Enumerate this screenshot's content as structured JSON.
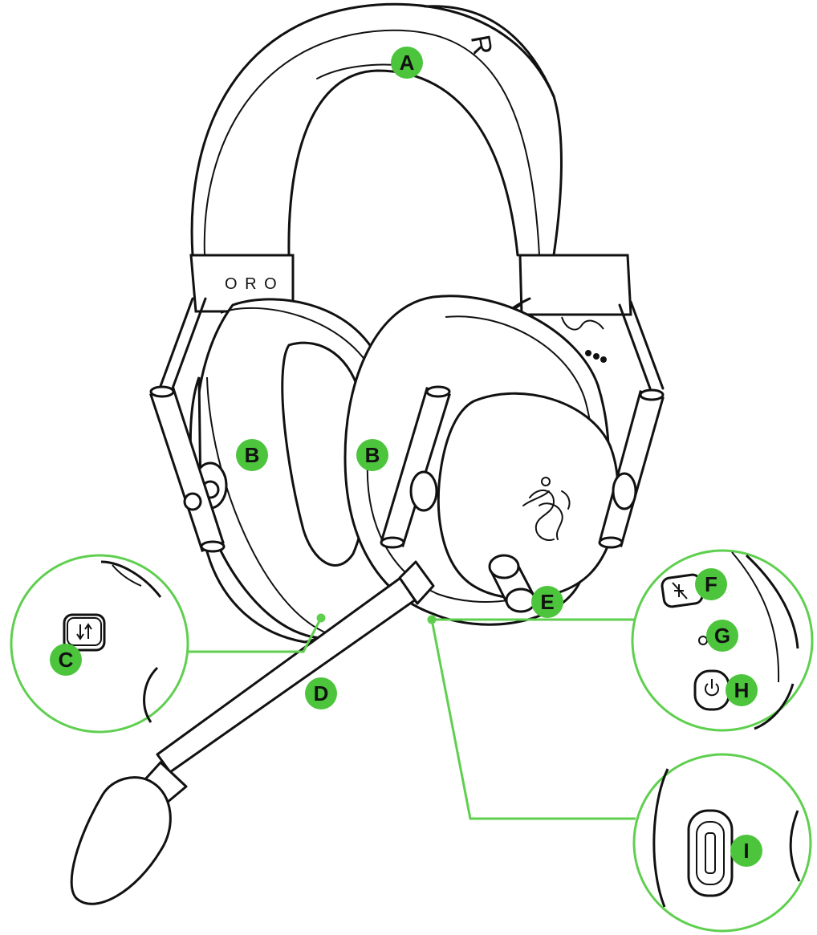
{
  "colors": {
    "accent": "#4cc43c",
    "line": "#111111",
    "callout": "#5fcf4f",
    "background": "#ffffff"
  },
  "headband": {
    "logo_text": "R",
    "slider_left_text": "O R O"
  },
  "labels": {
    "A": "A",
    "B1": "B",
    "B2": "B",
    "C": "C",
    "D": "D",
    "E": "E",
    "F": "F",
    "G": "G",
    "H": "H",
    "I": "I"
  },
  "icons": {
    "logo": "razer-snake-logo-icon",
    "c_button": "swap-arrows-icon",
    "f_button": "mic-mute-icon",
    "h_button": "power-icon"
  }
}
